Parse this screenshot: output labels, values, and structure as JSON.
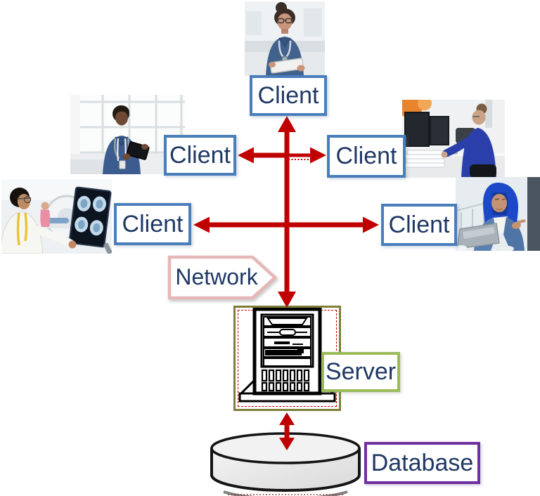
{
  "diagram": {
    "type": "client-server-network-architecture",
    "labels": {
      "client_top": "Client",
      "client_upper_left": "Client",
      "client_upper_right": "Client",
      "client_lower_left": "Client",
      "client_lower_right": "Client",
      "network": "Network",
      "server": "Server",
      "database": "Database"
    },
    "colors": {
      "arrow_red": "#c00000",
      "client_box_border": "#4a7ebb",
      "label_text_navy": "#1f3864",
      "network_shape_border": "#e5b8b7",
      "server_label_border": "#9bbb59",
      "server_container_border": "#7e7e3a",
      "database_label_border": "#7030a0",
      "cylinder_fill": "#e9e9e9",
      "background": "#ffffff"
    },
    "photos": [
      {
        "alt": "Nurse in blue scrubs with glasses reading a tablet"
      },
      {
        "alt": "Male clinician in blue scrubs holding a tablet by a bright window"
      },
      {
        "alt": "Doctor in white coat with yellow lanyard reviewing brain scans near an MRI scanner"
      },
      {
        "alt": "Woman in blue sweater working at a desk with monitors and a stack of papers"
      },
      {
        "alt": "Woman in blue hijab and blazer gesturing at a laptop"
      }
    ],
    "connectors": [
      {
        "name": "clients-to-server-vertical",
        "style": "solid-red-arrow-both-ends"
      },
      {
        "name": "upper-clients-horizontal",
        "style": "solid-left-dotted-right-red-arrow"
      },
      {
        "name": "lower-clients-horizontal",
        "style": "solid-red-arrow-both-ends"
      },
      {
        "name": "server-to-database",
        "style": "solid-red-arrow-both-ends"
      }
    ]
  }
}
